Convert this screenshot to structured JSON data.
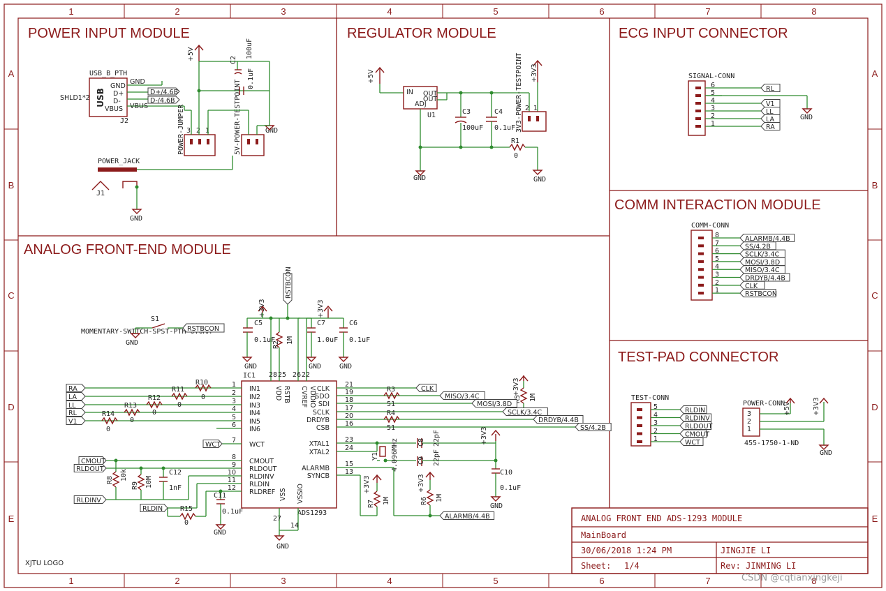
{
  "grid": {
    "columns": [
      "1",
      "2",
      "3",
      "4",
      "5",
      "6",
      "7",
      "8"
    ],
    "rows": [
      "A",
      "B",
      "C",
      "D",
      "E"
    ]
  },
  "modules": {
    "power": "POWER INPUT MODULE",
    "regulator": "REGULATOR MODULE",
    "ecg": "ECG INPUT CONNECTOR",
    "comm": "COMM INTERACTION MODULE",
    "afe": "ANALOG FRONT-END MODULE",
    "testpad": "TEST-PAD CONNECTOR"
  },
  "power_module": {
    "usb_name": "USB_B_PTH",
    "usb_label": "USB",
    "usb_pins": [
      "GND",
      "D+",
      "D-",
      "VBUS"
    ],
    "shld": "SHLD1*2",
    "j2": "J2",
    "dp_net": "D+/4.6B",
    "dm_net": "D-/4.6B",
    "gnd_wire": "GND",
    "vbus_wire": "VBUS",
    "v5": "+5V",
    "c2": "C2",
    "c2_val": "100uF",
    "c1_val": "0.1uF",
    "jumper": "POWER-JUMPER",
    "testpoint": "5V-POWER-TESTPOINT",
    "jack": "POWER_JACK",
    "j1": "J1",
    "gnd": "GND",
    "pins3": [
      "3",
      "2",
      "1"
    ]
  },
  "regulator_module": {
    "v5": "+5V",
    "in": "IN",
    "out1": "OUT",
    "out2": "OUT",
    "adj": "ADJ",
    "u1": "U1",
    "c3": "C3",
    "c3_val": "100uF",
    "c4": "C4",
    "c4_val": "0.1uF",
    "r1": "R1",
    "r1_val": "0",
    "v33": "+3V3",
    "testpoint": "3V3-POWER-TESTPOINT",
    "gnd": "GND",
    "pins": [
      "2",
      "1"
    ]
  },
  "ecg_module": {
    "conn": "SIGNAL-CONN",
    "pins": [
      "6",
      "5",
      "4",
      "3",
      "2",
      "1"
    ],
    "nets": [
      "RL",
      "",
      "V1",
      "LL",
      "LA",
      "RA"
    ],
    "gnd": "GND"
  },
  "comm_module": {
    "conn": "COMM-CONN",
    "pins": [
      "8",
      "7",
      "6",
      "5",
      "4",
      "3",
      "2",
      "1"
    ],
    "nets": [
      "ALARMB/4.4B",
      "SS/4.2B",
      "SCLK/3.4C",
      "MOSI/3.8D",
      "MISO/3.4C",
      "DRDYB/4.4B",
      "CLK",
      "RSTBCON"
    ]
  },
  "testpad_module": {
    "conn": "TEST-CONN",
    "pins": [
      "5",
      "4",
      "3",
      "2",
      "1"
    ],
    "nets": [
      "RLDIN",
      "RLDINV",
      "RLDOUT",
      "CMOUT",
      "WCT"
    ],
    "pconn": "POWER-CONN",
    "ppins": [
      "3",
      "2",
      "1"
    ],
    "v5": "+5V",
    "v33": "+3V3",
    "part": "455-1750-1-ND",
    "gnd": "GND"
  },
  "afe_module": {
    "ic": "IC1",
    "ic_name": "ADS1293",
    "left_pins": [
      {
        "num": "1",
        "name": "IN1",
        "net": "RA"
      },
      {
        "num": "2",
        "name": "IN2",
        "net": "LA"
      },
      {
        "num": "3",
        "name": "IN3",
        "net": "LL"
      },
      {
        "num": "4",
        "name": "IN4",
        "net": "RL"
      },
      {
        "num": "5",
        "name": "IN5",
        "net": "V1"
      },
      {
        "num": "6",
        "name": "IN6",
        "net": ""
      },
      {
        "num": "7",
        "name": "WCT",
        "net": "WCT"
      },
      {
        "num": "8",
        "name": "CMOUT",
        "net": "CMOUT"
      },
      {
        "num": "9",
        "name": "RLDOUT",
        "net": "RLDOUT"
      },
      {
        "num": "10",
        "name": "RLDINV",
        "net": "RLDINV"
      },
      {
        "num": "11",
        "name": "RLDIN",
        "net": "RLDIN"
      },
      {
        "num": "12",
        "name": "RLDREF",
        "net": ""
      }
    ],
    "right_pins": [
      {
        "num": "21",
        "name": "CLK",
        "net": "CLK"
      },
      {
        "num": "19",
        "name": "SDO",
        "net": "MISO/3.4C"
      },
      {
        "num": "18",
        "name": "SDI",
        "net": "MOSI/3.8D"
      },
      {
        "num": "17",
        "name": "SCLK",
        "net": "SCLK/3.4C"
      },
      {
        "num": "20",
        "name": "DRDYB",
        "net": "DRDYB/4.4B"
      },
      {
        "num": "16",
        "name": "CSB",
        "net": "SS/4.2B"
      },
      {
        "num": "23",
        "name": "XTAL1",
        "net": ""
      },
      {
        "num": "24",
        "name": "XTAL2",
        "net": ""
      },
      {
        "num": "15",
        "name": "ALARMB",
        "net": "ALARMB/4.4B"
      },
      {
        "num": "13",
        "name": "SYNCB",
        "net": ""
      }
    ],
    "top_pins": [
      {
        "num": "28",
        "name": "VDD"
      },
      {
        "num": "25",
        "name": "RSTB"
      },
      {
        "num": "26",
        "name": "CVREF"
      },
      {
        "num": "22",
        "name": "VDDIO"
      }
    ],
    "bottom_pins": [
      {
        "num": "27",
        "name": "VSS"
      },
      {
        "num": "14",
        "name": "VSSIO"
      }
    ],
    "r10": "R10",
    "r10_val": "0",
    "r11": "R11",
    "r11_val": "0",
    "r12": "R12",
    "r12_val": "0",
    "r13": "R13",
    "r13_val": "0",
    "r14": "R14",
    "r14_val": "0",
    "r3": "R3",
    "r3_val": "51",
    "r4": "R4",
    "r4_val": "51",
    "r5": "R5",
    "r5_val": "1M",
    "r6": "R6",
    "r6_val": "1M",
    "r7": "R7",
    "r7_val": "1M",
    "r8": "R8",
    "r8_val": "10k",
    "r9": "R9",
    "r9_val": "10M",
    "r15": "R15",
    "r15_val": "0",
    "r2": "R2",
    "r2_val": "1M",
    "c5": "C5",
    "c5_val": "0.1uF",
    "c6": "C6",
    "c6_val": "0.1uF",
    "c7": "C7",
    "c7_val": "1.0uF",
    "c8": "C8",
    "c8_val": "22pF",
    "c9": "C9",
    "c9_val": "22pF",
    "c10": "C10",
    "c10_val": "0.1uF",
    "c11": "C11",
    "c11_val": "0.1uF",
    "c12": "C12",
    "c12_val": "1nF",
    "y1": "Y1",
    "y1_val": "4.096MHz",
    "s1": "S1",
    "switch": "MOMENTARY-SWITCH-SPST-PTH-6.0MM",
    "rstbcon": "RSTBCON",
    "v33": "+3V3",
    "gnd": "GND"
  },
  "title_block": {
    "title": "ANALOG FRONT END ADS-1293 MODULE",
    "board": "MainBoard",
    "date": "30/06/2018 1:24 PM",
    "author": "JINGJIE LI",
    "sheet_label": "Sheet:",
    "sheet": "1/4",
    "rev": "Rev: JINMING LI"
  },
  "logo": "XJTU LOGO",
  "watermark": "CSDN @cqtianxingkeji"
}
